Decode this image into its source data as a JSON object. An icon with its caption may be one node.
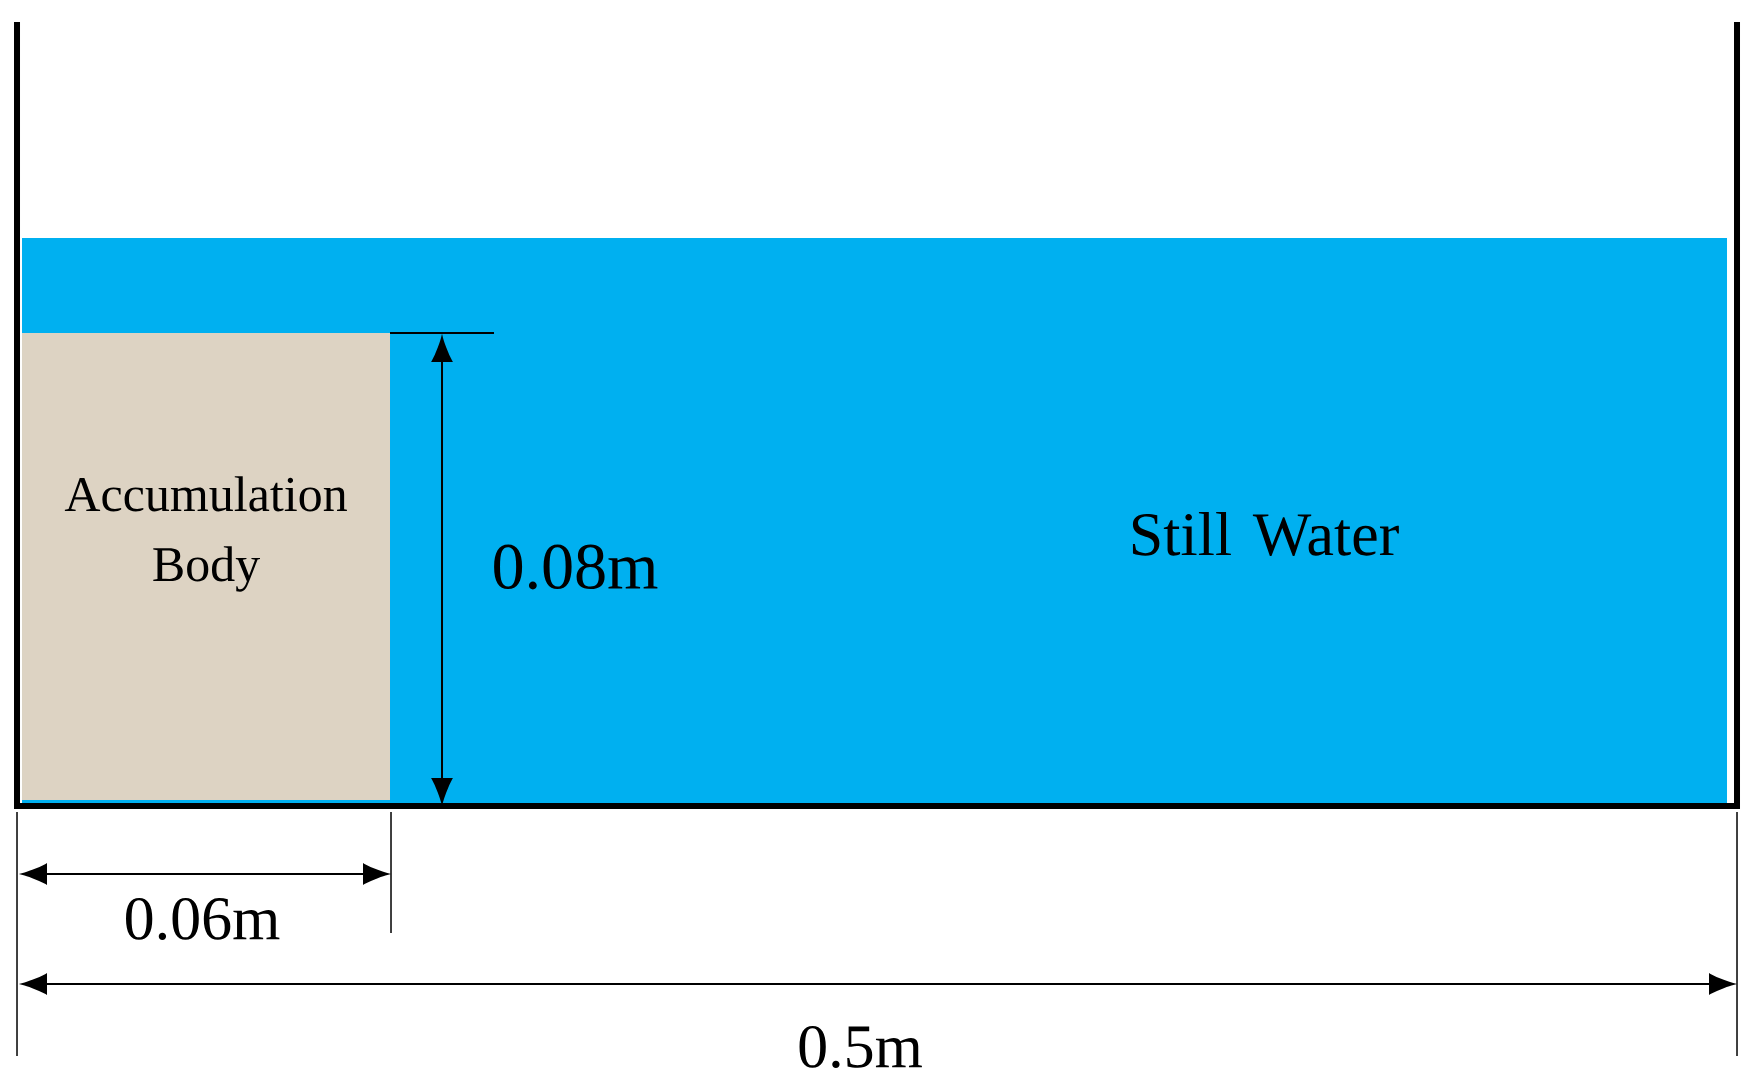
{
  "diagram": {
    "nodes": [
      {
        "text": [
          "Still Water"
        ]
      },
      {
        "text": [
          "Accumulation Body"
        ],
        "in": 0
      }
    ],
    "labels": [
      "0.08m",
      "0.06m",
      "0.5m"
    ]
  }
}
